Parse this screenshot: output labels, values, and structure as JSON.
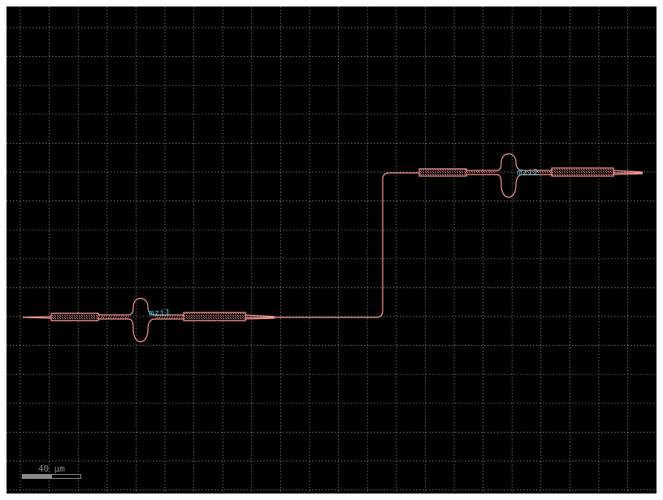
{
  "colors": {
    "background": "#000000",
    "grid": "#9a9a9a",
    "waveguide": "#ff9a94",
    "label": "#36c3d6",
    "scale": "#8a8a8a"
  },
  "components": [
    {
      "name": "mzi1",
      "label": "mzi1"
    },
    {
      "name": "mzi2",
      "label": "mzi2"
    }
  ],
  "scale_bar": {
    "label": "40 μm"
  }
}
